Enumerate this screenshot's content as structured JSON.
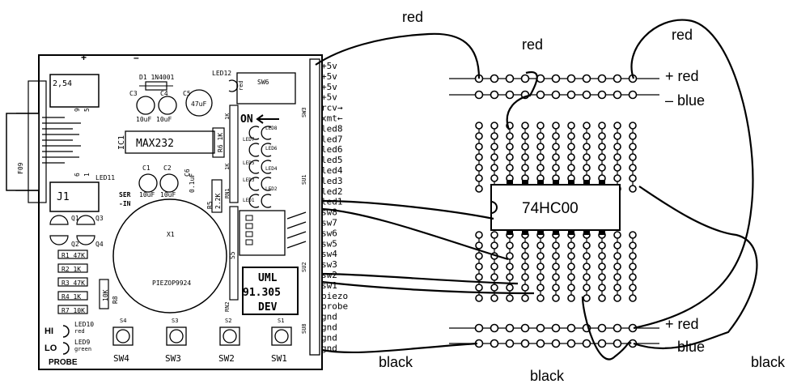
{
  "wire_labels": {
    "red_top": "red",
    "red_mid": "red",
    "red_right": "red",
    "black_left": "black",
    "black_bottom": "black",
    "black_right": "black"
  },
  "rail_labels": {
    "top_plus": "+ red",
    "top_minus": "– blue",
    "bottom_plus": "+ red",
    "bottom_minus": "– blue"
  },
  "chip": {
    "label": "74HC00"
  },
  "pcb": {
    "plus": "+",
    "minus": "–",
    "label_254": "2,54",
    "d1": "D1 1N4001",
    "c3": "C3",
    "c4": "C4",
    "c5": "C5",
    "c3_val": "10uF",
    "c4_val": "10uF",
    "c5_val": "47uF",
    "led12": "LED12",
    "led12_color": "red",
    "sw6": "SW6",
    "on": "ON",
    "ic1": "IC1",
    "max232": "MAX232",
    "r6": "R6 1K",
    "f09": "F09",
    "nine": "9",
    "five": "5",
    "six": "6",
    "one": "1",
    "j1": "J1",
    "led11": "LED11",
    "c1": "C1",
    "c2": "C2",
    "c1_val": "10uF",
    "c2_val": "10uF",
    "c6": "C6",
    "c6_val": "0.1uF",
    "ser": "SER",
    "in": "-IN",
    "q1": "Q1",
    "q2": "Q2",
    "q3": "Q3",
    "q4": "Q4",
    "r5": "R5",
    "r5_val": "2.2K",
    "rn1": "RN1",
    "one_k": "1K",
    "x1": "X1",
    "piezo_part": "PIEZOP9924",
    "s5": "S5",
    "r8": "R8",
    "r8_val": "10K",
    "rn2": "RN2",
    "resistors": [
      "R1 47K",
      "R2 1K",
      "R3 47K",
      "R4 1K",
      "R7 10K"
    ],
    "uml": "UML",
    "num": "91.305",
    "dev": "DEV",
    "hi": "HI",
    "lo": "LO",
    "led10": "LED10",
    "led10_color": "red",
    "led9": "LED9",
    "led9_color": "green",
    "probe": "PROBE",
    "switch_top": [
      "S4",
      "S3",
      "S2",
      "S1"
    ],
    "switch_bottom": [
      "SW4",
      "SW3",
      "SW2",
      "SW1"
    ],
    "sw3": "SW3",
    "su1": "SU1",
    "su2": "SU2",
    "su8": "SU8",
    "leds": [
      "LED8",
      "LED7",
      "LED6",
      "LED5",
      "LED4",
      "LED3",
      "LED2",
      "LED1"
    ],
    "connector_pins": [
      "+5v",
      "+5v",
      "+5v",
      "+5v",
      "rcv→",
      "xmt←",
      "led8",
      "led7",
      "led6",
      "led5",
      "led4",
      "led3",
      "led2",
      "led1",
      "sw8",
      "sw7",
      "sw6",
      "sw5",
      "sw4",
      "sw3",
      "sw2",
      "sw1",
      "piezo",
      "probe",
      "gnd",
      "gnd",
      "gnd",
      "gnd"
    ]
  }
}
